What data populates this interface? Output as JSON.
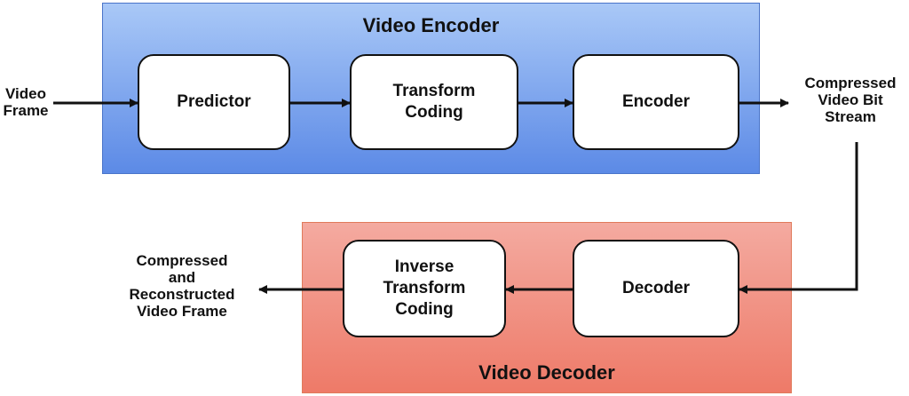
{
  "encoder": {
    "title": "Video Encoder",
    "blocks": [
      "Predictor",
      "Transform\nCoding",
      "Encoder"
    ]
  },
  "decoder": {
    "title": "Video Decoder",
    "blocks": [
      "Inverse\nTransform\nCoding",
      "Decoder"
    ]
  },
  "labels": {
    "input": "Video\nFrame",
    "bitstream": "Compressed\nVideo Bit\nStream",
    "output": "Compressed\nand\nReconstructed\nVideo Frame"
  },
  "colors": {
    "encoder_fill": "#7aa6f0",
    "decoder_fill": "#f18e7f",
    "stroke": "#111111"
  }
}
